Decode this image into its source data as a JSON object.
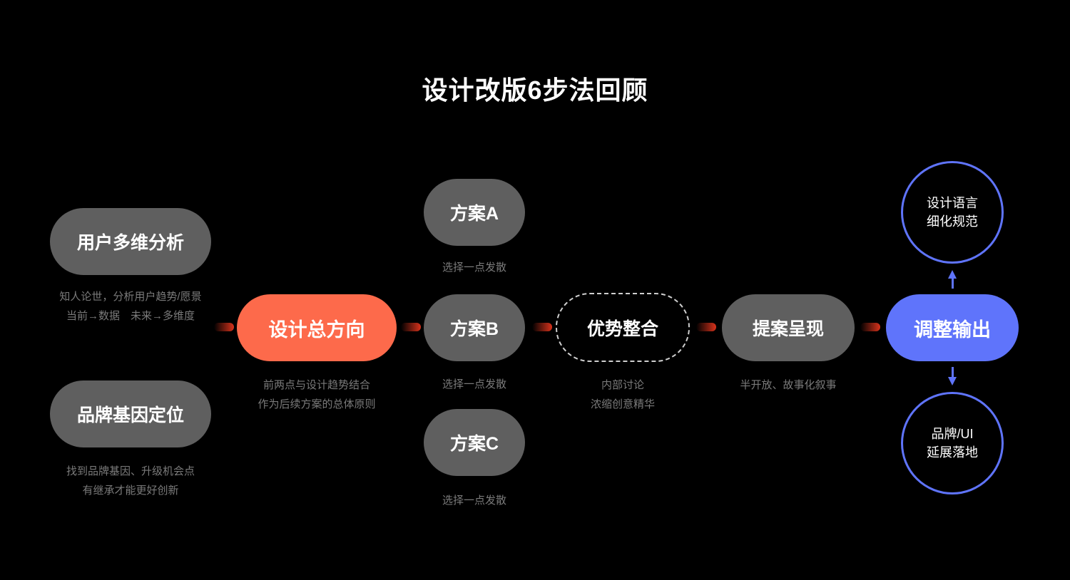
{
  "title": "设计改版6步法回顾",
  "nodes": {
    "user": {
      "label": "用户多维分析",
      "desc": [
        "知人论世，分析用户趋势/愿景",
        "当前→数据　未来→多维度"
      ]
    },
    "brand": {
      "label": "品牌基因定位",
      "desc": [
        "找到品牌基因、升级机会点",
        "有继承才能更好创新"
      ]
    },
    "direction": {
      "label": "设计总方向",
      "desc": [
        "前两点与设计趋势结合",
        "作为后续方案的总体原则"
      ]
    },
    "planA": {
      "label": "方案A",
      "desc": "选择一点发散"
    },
    "planB": {
      "label": "方案B",
      "desc": "选择一点发散"
    },
    "planC": {
      "label": "方案C",
      "desc": "选择一点发散"
    },
    "merge": {
      "label": "优势整合",
      "desc": [
        "内部讨论",
        "浓缩创意精华"
      ]
    },
    "proposal": {
      "label": "提案呈现",
      "desc": "半开放、故事化叙事"
    },
    "output": {
      "label": "调整输出"
    },
    "spec": {
      "lines": [
        "设计语言",
        "细化规范"
      ]
    },
    "landing": {
      "lines": [
        "品牌/UI",
        "延展落地"
      ]
    }
  },
  "colors": {
    "gray": "#5f5f5f",
    "orange": "#fd6a4b",
    "blue": "#5f74fb",
    "connector": "#d8331c"
  }
}
